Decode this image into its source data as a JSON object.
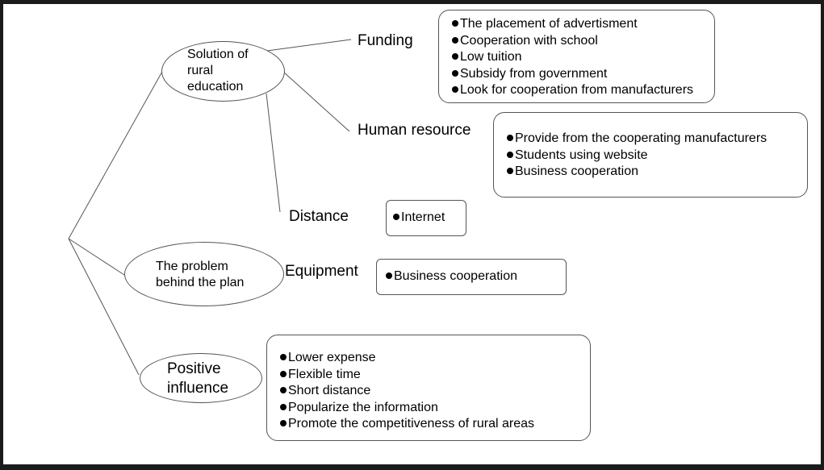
{
  "nodes": {
    "solution": "Solution of\nrural\neducation",
    "problem": "The problem\nbehind the plan",
    "positive": "Positive\ninfluence"
  },
  "branches": {
    "funding": "Funding",
    "human_resource": "Human resource",
    "distance": "Distance",
    "equipment": "Equipment"
  },
  "boxes": {
    "funding": [
      "The placement of advertisment",
      "Cooperation with school",
      "Low tuition",
      "Subsidy from government",
      "Look for cooperation from manufacturers"
    ],
    "human_resource": [
      "Provide from the cooperating manufacturers",
      "Students using website",
      "Business cooperation"
    ],
    "distance": [
      "Internet"
    ],
    "equipment": [
      "Business cooperation"
    ],
    "positive": [
      "Lower expense",
      "Flexible time",
      "Short distance",
      "Popularize the information",
      "Promote the competitiveness of rural areas"
    ]
  }
}
